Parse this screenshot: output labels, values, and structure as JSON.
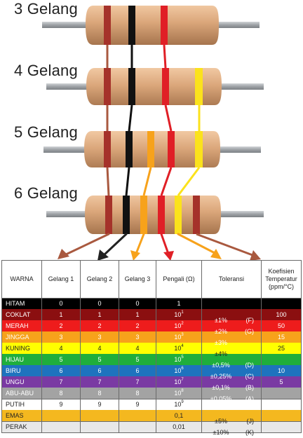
{
  "labels": [
    "3 Gelang",
    "4 Gelang",
    "5 Gelang",
    "6 Gelang"
  ],
  "headers": [
    "WARNA",
    "Gelang 1",
    "Gelang 2",
    "Gelang 3",
    "Pengali (Ω)",
    "Toleransi",
    "Koefisien Temperatur (ppm/°C)"
  ],
  "rows": [
    {
      "name": "HITAM",
      "g1": "0",
      "g2": "0",
      "g3": "0",
      "mult_base": "1",
      "mult_exp": "",
      "tol": "",
      "code": "",
      "temp": "",
      "bg": "#000000",
      "fg": "#ffffff"
    },
    {
      "name": "COKLAT",
      "g1": "1",
      "g2": "1",
      "g3": "1",
      "mult_base": "10",
      "mult_exp": "1",
      "tol": "±1%",
      "code": "(F)",
      "temp": "100",
      "bg": "#8b0f10",
      "fg": "#ffffff"
    },
    {
      "name": "MERAH",
      "g1": "2",
      "g2": "2",
      "g3": "2",
      "mult_base": "10",
      "mult_exp": "2",
      "tol": "±2%",
      "code": "(G)",
      "temp": "50",
      "bg": "#ee1c1c",
      "fg": "#ffffff"
    },
    {
      "name": "JINGGA",
      "g1": "3",
      "g2": "3",
      "g3": "3",
      "mult_base": "10",
      "mult_exp": "3",
      "tol": "±3%",
      "code": "",
      "temp": "15",
      "bg": "#f7a21b",
      "fg": "#ffffff"
    },
    {
      "name": "KUNING",
      "g1": "4",
      "g2": "4",
      "g3": "4",
      "mult_base": "10",
      "mult_exp": "4",
      "tol": "±4%",
      "code": "",
      "temp": "25",
      "bg": "#ffff00",
      "fg": "#222222"
    },
    {
      "name": "HIJAU",
      "g1": "5",
      "g2": "5",
      "g3": "5",
      "mult_base": "10",
      "mult_exp": "5",
      "tol": "±0,5%",
      "code": "(D)",
      "temp": "",
      "bg": "#1fae3c",
      "fg": "#ffffff"
    },
    {
      "name": "BIRU",
      "g1": "6",
      "g2": "6",
      "g3": "6",
      "mult_base": "10",
      "mult_exp": "6",
      "tol": "±0,25%",
      "code": "(C)",
      "temp": "10",
      "bg": "#1e73be",
      "fg": "#ffffff"
    },
    {
      "name": "UNGU",
      "g1": "7",
      "g2": "7",
      "g3": "7",
      "mult_base": "10",
      "mult_exp": "7",
      "tol": "±0,1%",
      "code": "(B)",
      "temp": "5",
      "bg": "#7a3aa3",
      "fg": "#ffffff"
    },
    {
      "name": "ABU-ABU",
      "g1": "8",
      "g2": "8",
      "g3": "8",
      "mult_base": "10",
      "mult_exp": "8",
      "tol": "±0,05%",
      "code": "(A)",
      "temp": "",
      "bg": "#a3a3a3",
      "fg": "#ffffff"
    },
    {
      "name": "PUTIH",
      "g1": "9",
      "g2": "9",
      "g3": "9",
      "mult_base": "10",
      "mult_exp": "9",
      "tol": "",
      "code": "",
      "temp": "",
      "bg": "#ffffff",
      "fg": "#222222"
    },
    {
      "name": "EMAS",
      "g1": "",
      "g2": "",
      "g3": "",
      "mult_base": "0,1",
      "mult_exp": "",
      "tol": "±5%",
      "code": "(J)",
      "temp": "",
      "bg": "#f4b81f",
      "fg": "#222222"
    },
    {
      "name": "PERAK",
      "g1": "",
      "g2": "",
      "g3": "",
      "mult_base": "0,01",
      "mult_exp": "",
      "tol": "±10%",
      "code": "(K)",
      "temp": "",
      "bg": "#e8e8e8",
      "fg": "#222222"
    }
  ],
  "colors": {
    "band_brown": "#a5322a",
    "band_black": "#111111",
    "band_red": "#e01f26",
    "band_orange": "#f7a21b",
    "band_yellow": "#fbe21c",
    "band_grey": "#a3a3a3",
    "lead": "#a8abae",
    "body": "#dba77b",
    "arrow_brown": "#a9593f",
    "arrow_black": "#222222",
    "arrow_orange": "#f7a21b",
    "arrow_red": "#e01f26"
  }
}
